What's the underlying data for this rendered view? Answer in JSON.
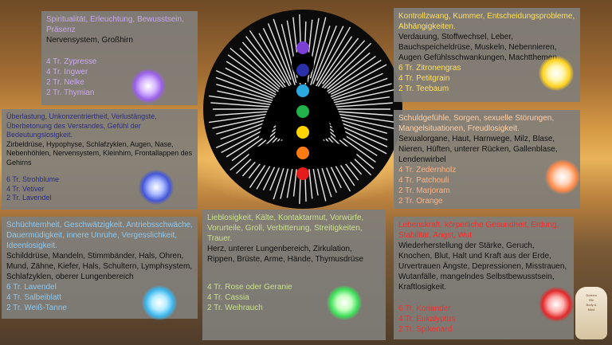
{
  "panels": {
    "purple": {
      "heading": "Spiritualität, Erleuchtung, Bewusstsein, Präsenz",
      "body": "Nervensystem, Großhirn",
      "oils": [
        "4 Tr. Zypresse",
        "4 Tr. Ingwer",
        "2 Tr. Nelke",
        "2 Tr. Thymian"
      ]
    },
    "indigo": {
      "heading": "Überlastung, Unkonzentriertheit, Verlustängste, Überbetonung des Verstandes, Gefühl der Bedeutungslosigkeit.",
      "body": "Zirbeldrüse, Hypophyse, Schlafzyklen, Augen, Nase, Nebenhöhlen, Nervensystem, Kleinhirn, Frontallappen des Gehirns",
      "oils": [
        "6 Tr. Strohblume",
        "4 Tr. Vetiver",
        "2 Tr. Lavendel"
      ]
    },
    "blue": {
      "heading": "Schüchternheit, Geschwätzigkeit, Antriebsschwäche, Dauermüdigkeit, innere Unruhe, Vergesslichkeit, Ideenlosigkeit.",
      "body": "Schilddrüse, Mandeln, Stimmbänder, Hals, Ohren, Mund, Zähne, Kiefer, Hals, Schultern, Lymphsystem, Schlafzyklen, oberer Lungenbereich",
      "oils": [
        "6 Tr. Lavendel",
        "4 Tr. Salbeiblatt",
        "2 Tr. Weiß-Tanne"
      ]
    },
    "green": {
      "heading": "Lieblosigkeit, Kälte, Kontaktarmut, Vorwürfe, Vorurteile, Groll, Verbitterung, Streitigkeiten, Trauer.",
      "body": "Herz, unterer Lungenbereich, Zirkulation, Rippen, Brüste, Arme, Hände, Thymusdrüse",
      "oils": [
        "4 Tr. Rose oder Geranie",
        "4 Tr. Cassia",
        "2 Tr. Weihrauch"
      ]
    },
    "yellow": {
      "heading": "Kontrollzwang, Kummer, Entscheidungsprobleme, Abhängigkeiten.",
      "body": "Verdauung, Stoffwechsel, Leber, Bauchspeicheldrüse, Muskeln, Nebennieren, Augen Gefühlsschwankungen, Machtthemen,",
      "oils": [
        "6 Tr. Zitronengras",
        "4 Tr. Petitgrain",
        "2 Tr. Teebaum"
      ]
    },
    "orange": {
      "heading": "Schuldgefühle, Sorgen, sexuelle Störungen, Mangelsituationen, Freudlosigkeit.",
      "body": "Sexualorgane, Haut, Harnwege, Milz, Blase, Nieren, Hüften, unterer Rücken, Gallenblase, Lendenwirbel",
      "oils": [
        "4 Tr. Zedernholz",
        "4 Tr. Patchouli",
        "2 Tr. Marjoram",
        "2 Tr. Orange"
      ]
    },
    "red": {
      "heading": "Lebenskraft, körperliche Gesundheit, Erdung, Stabilität, Angst, Wut",
      "body": "Wiederherstellung der Stärke, Geruch, Knochen, Blut, Halt und Kraft aus der Erde, Urvertrauen Ängste, Depressionen, Misstrauen, Wutanfälle, mangelndes Selbstbewusstsein, Kraftlosigkeit.",
      "oils": [
        "6 Tr. Koriander",
        "4 Tr. Eukalyptus",
        "2 Tr. Spikenard"
      ]
    }
  },
  "chakra_colors": [
    "#7b3fd6",
    "#2b2fa8",
    "#2aa8e0",
    "#22b24a",
    "#ffd400",
    "#ff7a12",
    "#e41c1c"
  ],
  "bottle_text": [
    "Doterra",
    "Öle",
    "Body &",
    "Mind"
  ]
}
